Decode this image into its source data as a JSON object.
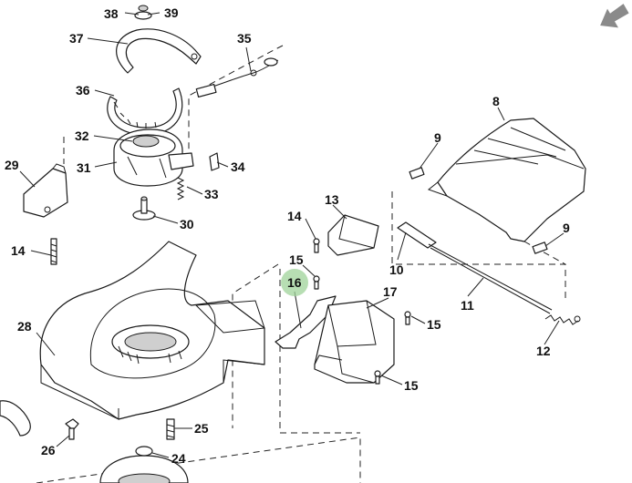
{
  "diagram": {
    "callouts": [
      {
        "id": "c38",
        "label": "38"
      },
      {
        "id": "c39",
        "label": "39"
      },
      {
        "id": "c37",
        "label": "37"
      },
      {
        "id": "c35",
        "label": "35"
      },
      {
        "id": "c36",
        "label": "36"
      },
      {
        "id": "c32",
        "label": "32"
      },
      {
        "id": "c31",
        "label": "31"
      },
      {
        "id": "c34",
        "label": "34"
      },
      {
        "id": "c33",
        "label": "33"
      },
      {
        "id": "c29",
        "label": "29"
      },
      {
        "id": "c30",
        "label": "30"
      },
      {
        "id": "c14a",
        "label": "14"
      },
      {
        "id": "c14b",
        "label": "14"
      },
      {
        "id": "c13",
        "label": "13"
      },
      {
        "id": "c15a",
        "label": "15"
      },
      {
        "id": "c16",
        "label": "16"
      },
      {
        "id": "c17",
        "label": "17"
      },
      {
        "id": "c15b",
        "label": "15"
      },
      {
        "id": "c15c",
        "label": "15"
      },
      {
        "id": "c28",
        "label": "28"
      },
      {
        "id": "c26",
        "label": "26"
      },
      {
        "id": "c25",
        "label": "25"
      },
      {
        "id": "c24",
        "label": "24"
      },
      {
        "id": "c8",
        "label": "8"
      },
      {
        "id": "c9a",
        "label": "9"
      },
      {
        "id": "c9b",
        "label": "9"
      },
      {
        "id": "c10",
        "label": "10"
      },
      {
        "id": "c11",
        "label": "11"
      },
      {
        "id": "c12",
        "label": "12"
      }
    ],
    "highlighted_label": "16",
    "colors": {
      "line": "#1a1a1a",
      "highlight": "#9fd39a",
      "nav_arrow": "#8a8a8a"
    },
    "nav_icon": "arrow-down-left-icon"
  }
}
